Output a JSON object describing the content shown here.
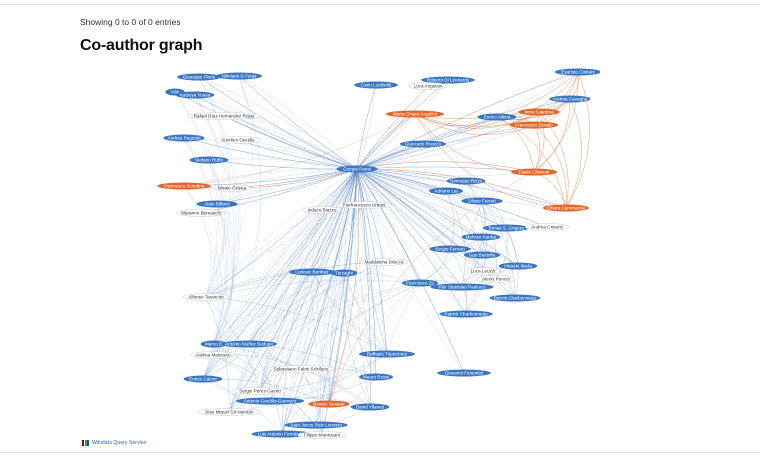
{
  "table": {
    "info": "Showing 0 to 0 of 0 entries"
  },
  "page": {
    "title": "Co-author graph"
  },
  "footer": {
    "link_label": "Wikidata Query Service"
  },
  "colors": {
    "blue_node": "#3a77c2",
    "orange_node": "#e2672b",
    "white_node": "#ffffff",
    "blue_edge": "#4f7fc6",
    "orange_edge": "#e06a30"
  },
  "graph": {
    "nodes": [
      {
        "label": "Giuseppe Florio",
        "kind": "blue"
      },
      {
        "label": "Nikolaos G Fytas",
        "kind": "blue"
      },
      {
        "label": "Villo",
        "kind": "blue"
      },
      {
        "label": "Katsuya Yuasa",
        "kind": "blue"
      },
      {
        "label": "Rafael Díaz Hernández Rojas",
        "kind": "white"
      },
      {
        "label": "Andrea Pagnani",
        "kind": "blue"
      },
      {
        "label": "Aurélien Decelle",
        "kind": "white"
      },
      {
        "label": "Stefano Ruffo",
        "kind": "blue"
      },
      {
        "label": "Francesco Sciortino",
        "kind": "orange"
      },
      {
        "label": "Misaki Ozawa",
        "kind": "white"
      },
      {
        "label": "Alain Billoire",
        "kind": "blue"
      },
      {
        "label": "Massimo Bernaschi",
        "kind": "white"
      },
      {
        "label": "Carlo Lucibello",
        "kind": "blue"
      },
      {
        "label": "Roberto Di Leonardo",
        "kind": "blue"
      },
      {
        "label": "Luca Angelani",
        "kind": "white"
      },
      {
        "label": "Maria Chiara Angelini",
        "kind": "orange"
      },
      {
        "label": "Giancarlo Ruocco",
        "kind": "blue"
      },
      {
        "label": "Giorgio Parisi",
        "kind": "blue"
      },
      {
        "label": "Pierfrancesco Urbani",
        "kind": "white"
      },
      {
        "label": "Indaco Biazzo",
        "kind": "white"
      },
      {
        "label": "Evaristo Cisbani",
        "kind": "blue"
      },
      {
        "label": "Andrea Cavagna",
        "kind": "blue"
      },
      {
        "label": "Irene Giardina",
        "kind": "orange"
      },
      {
        "label": "Enrico Alleva",
        "kind": "blue"
      },
      {
        "label": "Francesca Zoratto",
        "kind": "orange"
      },
      {
        "label": "Flavia Chiarotti",
        "kind": "orange"
      },
      {
        "label": "Tommaso Rizzo",
        "kind": "blue"
      },
      {
        "label": "Adriano Lai",
        "kind": "blue"
      },
      {
        "label": "Ulisse Ferrari",
        "kind": "blue"
      },
      {
        "label": "Chiara Cammarota",
        "kind": "orange"
      },
      {
        "label": "Tomas S. Grigera",
        "kind": "blue"
      },
      {
        "label": "Andrea Crisanti",
        "kind": "white"
      },
      {
        "label": "Mehran Kardar",
        "kind": "blue"
      },
      {
        "label": "Sergio Ferraro",
        "kind": "blue"
      },
      {
        "label": "Ugo Bastolla",
        "kind": "blue"
      },
      {
        "label": "Hisashi Ikeda",
        "kind": "blue"
      },
      {
        "label": "Luca Leuzzi",
        "kind": "white"
      },
      {
        "label": "Alexis Poncet",
        "kind": "white"
      },
      {
        "label": "Maddalena Dilucca",
        "kind": "white"
      },
      {
        "label": "Ludovic Berthier",
        "kind": "blue"
      },
      {
        "label": "Tarzaghi",
        "kind": "blue"
      },
      {
        "label": "Francesco Zo",
        "kind": "blue"
      },
      {
        "label": "Pier Stanislao Paolucci",
        "kind": "blue"
      },
      {
        "label": "Benoit Charbonneau",
        "kind": "blue"
      },
      {
        "label": "Patrick Charbonneau",
        "kind": "blue"
      },
      {
        "label": "Alfonso Tarancón",
        "kind": "white"
      },
      {
        "label": "Marco Bi",
        "kind": "blue"
      },
      {
        "label": "Antonio Muñoz Sudupe",
        "kind": "blue"
      },
      {
        "label": "Andrea Maiorano",
        "kind": "white"
      },
      {
        "label": "Raffaele Tripiccione",
        "kind": "blue"
      },
      {
        "label": "Sebastiano Fabio Schifano",
        "kind": "white"
      },
      {
        "label": "Enrico Calore",
        "kind": "blue"
      },
      {
        "label": "Mauro Rossi",
        "kind": "blue"
      },
      {
        "label": "Giovanni Fiorentini",
        "kind": "blue"
      },
      {
        "label": "Sergio Perez-Gaviro",
        "kind": "white"
      },
      {
        "label": "Antonio Gordillo-Guerrero",
        "kind": "blue"
      },
      {
        "label": "Beatriz Seoane",
        "kind": "orange"
      },
      {
        "label": "David Yllanes",
        "kind": "blue"
      },
      {
        "label": "Jose Miguel Gil-Narvión",
        "kind": "white"
      },
      {
        "label": "Juan Jesus Ruiz-Lorenzo",
        "kind": "blue"
      },
      {
        "label": "Luis Antonio Fernández",
        "kind": "blue"
      },
      {
        "label": "Filippo Mantovani",
        "kind": "white"
      }
    ]
  }
}
